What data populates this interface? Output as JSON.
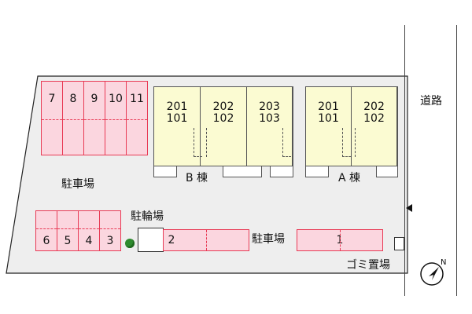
{
  "labels": {
    "road": "道路",
    "parking_left": "駐車場",
    "parking_bottom": "駐車場",
    "bicycle": "駐輪場",
    "garbage": "ゴミ置場",
    "building_b": "B 棟",
    "building_a": "A 棟"
  },
  "top_spaces": [
    "7",
    "8",
    "9",
    "10",
    "11"
  ],
  "bottom_left_spaces": [
    "6",
    "5",
    "4",
    "3"
  ],
  "space_2": "2",
  "space_1": "1",
  "building_b_units": [
    {
      "upper": "201",
      "lower": "101"
    },
    {
      "upper": "202",
      "lower": "102"
    },
    {
      "upper": "203",
      "lower": "103"
    }
  ],
  "building_a_units": [
    {
      "upper": "201",
      "lower": "101"
    },
    {
      "upper": "202",
      "lower": "102"
    }
  ],
  "compass": {
    "letter": "N"
  },
  "colors": {
    "parking_fill": "#fbd6df",
    "parking_border": "#e83a55",
    "building_fill": "#fbfbd2",
    "lot_fill": "#eeeeee"
  }
}
